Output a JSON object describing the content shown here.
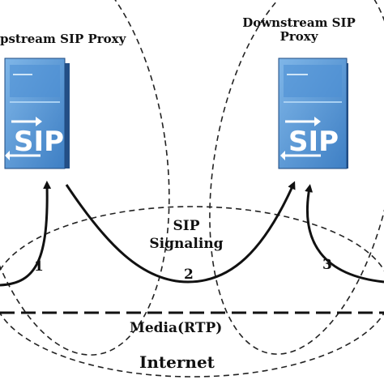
{
  "labels": {
    "upstream_proxy": "pstream SIP Proxy",
    "downstream_proxy_line1": "Downstream SIP",
    "downstream_proxy_line2": "Proxy",
    "sip_signaling_line1": "SIP",
    "sip_signaling_line2": "Signaling",
    "step1": "1",
    "step2": "2",
    "step3": "3",
    "media": "Media(RTP)",
    "internet": "Internet"
  },
  "server_icon": {
    "text": "SIP",
    "icon": "sip-proxy-server-icon",
    "colors": {
      "top": "#3f79bf",
      "face": "#6aa8e0",
      "side": "#2d5f9a",
      "text": "#ffffff"
    }
  }
}
